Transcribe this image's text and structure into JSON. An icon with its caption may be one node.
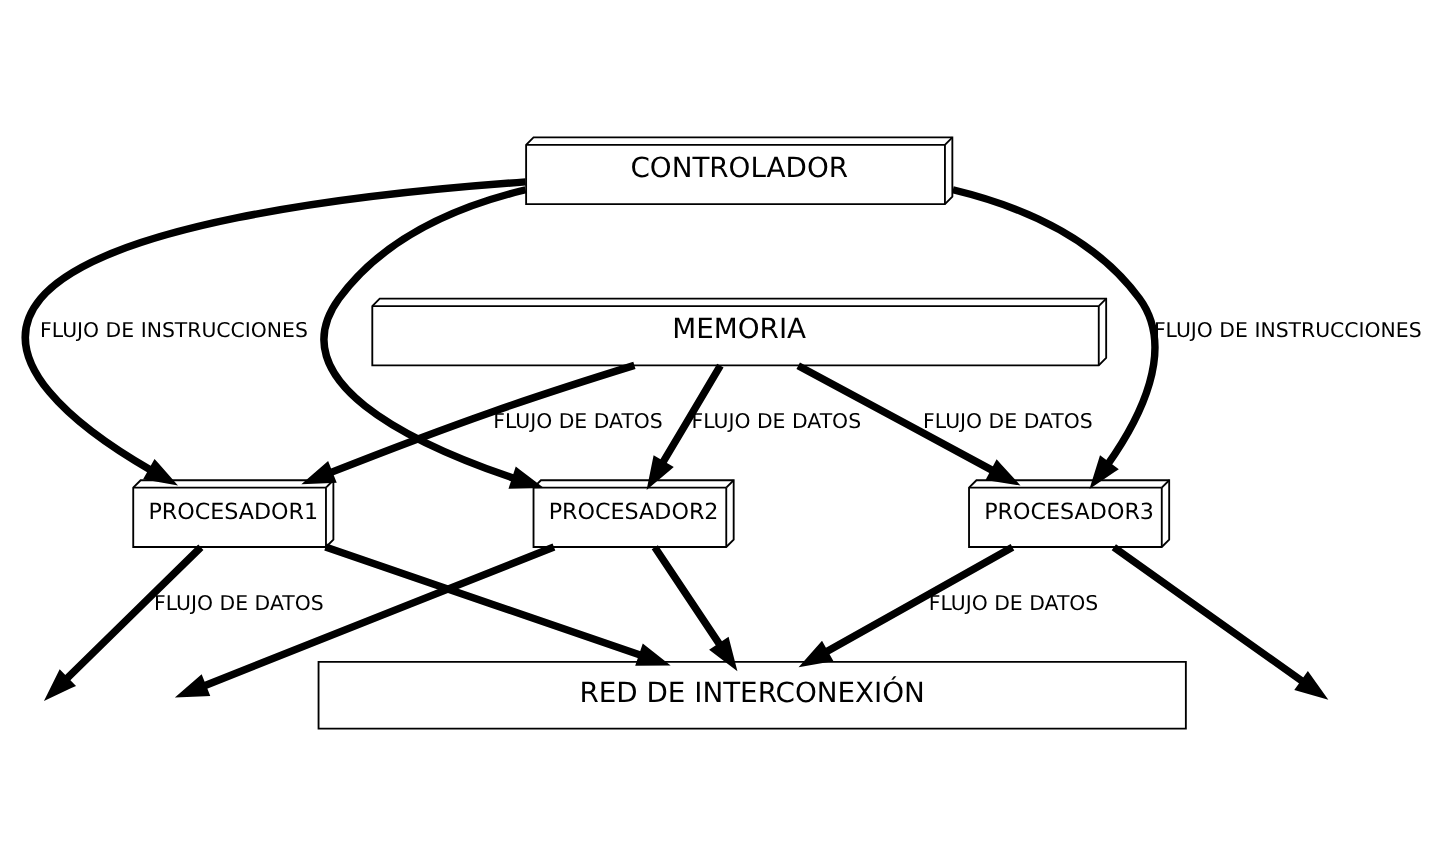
{
  "diagram": {
    "nodes": [
      {
        "text": [
          "CONTROLADOR"
        ]
      },
      {
        "text": [
          "MEMORIA"
        ]
      },
      {
        "text": [
          "PROCESADOR1"
        ]
      },
      {
        "text": [
          "PROCESADOR2"
        ]
      },
      {
        "text": [
          "PROCESADOR3"
        ]
      },
      {
        "text": [
          "RED DE INTERCONEXIÓN"
        ]
      }
    ],
    "edges": [
      {
        "from": 0,
        "to": 2,
        "arrow": "to",
        "label": "FLUJO DE INSTRUCCIONES"
      },
      {
        "from": 0,
        "to": 3,
        "arrow": "to"
      },
      {
        "from": 0,
        "to": 4,
        "arrow": "to",
        "label": "FLUJO DE INSTRUCCIONES"
      },
      {
        "from": 1,
        "to": 2,
        "arrow": "to",
        "label": "FLUJO DE DATOS"
      },
      {
        "from": 1,
        "to": 3,
        "arrow": "to",
        "label": "FLUJO DE DATOS"
      },
      {
        "from": 1,
        "to": 4,
        "arrow": "to",
        "label": "FLUJO DE DATOS"
      },
      {
        "from": 2,
        "to": null,
        "arrow": "to",
        "label": "FLUJO DE DATOS"
      },
      {
        "from": 2,
        "to": 5,
        "arrow": "to"
      },
      {
        "from": 3,
        "to": null,
        "arrow": "to"
      },
      {
        "from": 3,
        "to": 5,
        "arrow": "to"
      },
      {
        "from": 4,
        "to": null,
        "arrow": "to"
      },
      {
        "from": 4,
        "to": 5,
        "arrow": "to",
        "label": "FLUJO DE DATOS"
      }
    ]
  }
}
